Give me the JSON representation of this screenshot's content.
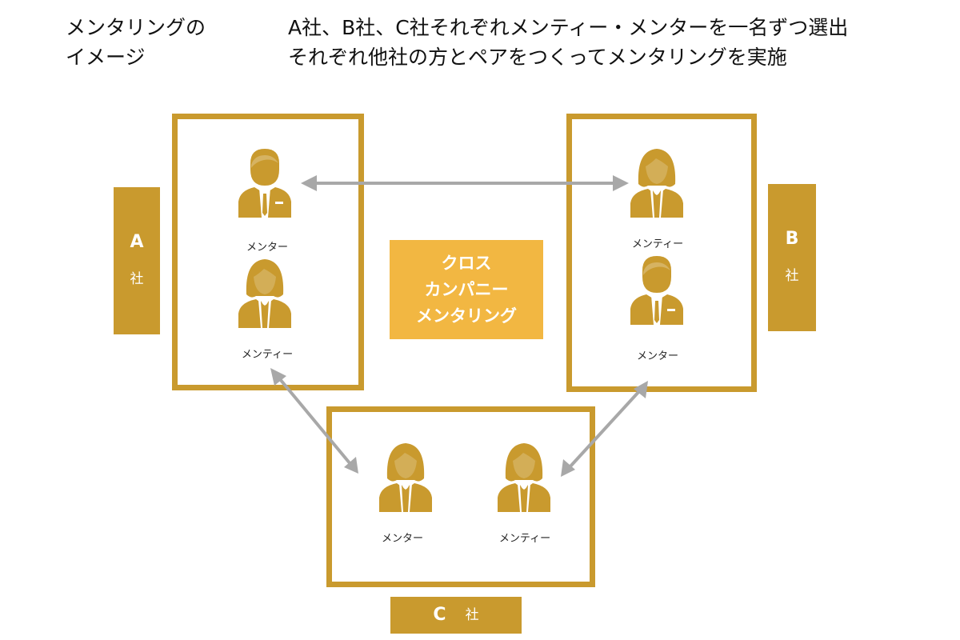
{
  "header": {
    "title_lines": [
      "メンタリングの",
      "イメージ"
    ],
    "description_lines": [
      "A社、B社、C社それぞれメンティー・メンターを一名ずつ選出",
      "それぞれ他社の方とペアをつくってメンタリングを実施"
    ]
  },
  "center": {
    "lines": [
      "クロス",
      "カンパニー",
      "メンタリング"
    ]
  },
  "companies": {
    "a": {
      "letter": "A",
      "suffix": "社",
      "mentor_label": "メンター",
      "mentee_label": "メンティー"
    },
    "b": {
      "letter": "B",
      "suffix": "社",
      "mentee_label": "メンティー",
      "mentor_label": "メンター"
    },
    "c": {
      "letter": "C",
      "suffix": "社",
      "mentor_label": "メンター",
      "mentee_label": "メンティー"
    }
  },
  "colors": {
    "frame": "#c99a2e",
    "person": "#c99a2e",
    "center_fill": "#f2b742",
    "arrow": "#a8a8a8"
  },
  "icons": {
    "male": "male-person-icon",
    "female": "female-person-icon",
    "arrow": "double-headed-arrow"
  }
}
